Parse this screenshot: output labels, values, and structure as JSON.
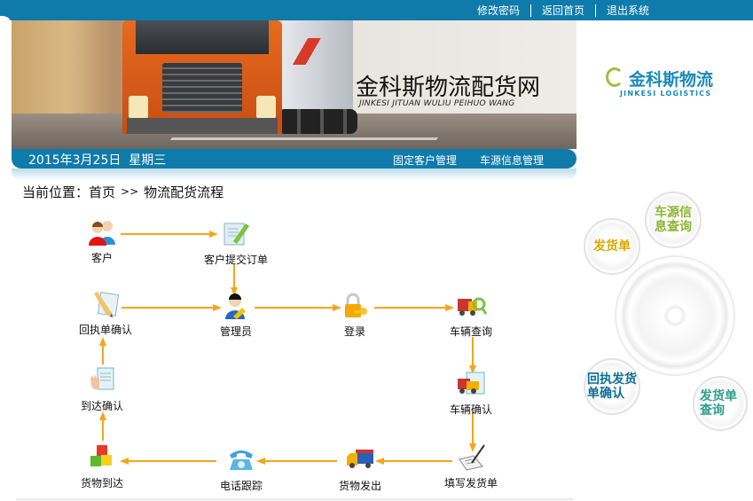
{
  "top_links": [
    "修改密码",
    "返回首页",
    "退出系统"
  ],
  "banner": {
    "title_cn": "金科斯物流配货网",
    "title_en": "JINKESI JITUAN WULIU PEIHUO WANG"
  },
  "logo": {
    "cn": "金科斯物流",
    "en": "JINKESI LOGISTICS"
  },
  "nav": {
    "date": "2015年3月25日  星期三",
    "links": [
      "固定客户管理",
      "车源信息管理"
    ]
  },
  "breadcrumb": {
    "prefix": "当前位置：",
    "home": "首页",
    "separator": ">>",
    "current": "物流配货流程"
  },
  "flow": {
    "nodes": [
      {
        "id": "customer",
        "label": "客户",
        "icon": "customers-icon"
      },
      {
        "id": "submit-order",
        "label": "客户提交订单",
        "icon": "order-edit-icon"
      },
      {
        "id": "admin",
        "label": "管理员",
        "icon": "admin-key-icon"
      },
      {
        "id": "login",
        "label": "登录",
        "icon": "lock-key-icon"
      },
      {
        "id": "vehicle-query",
        "label": "车辆查询",
        "icon": "truck-search-icon"
      },
      {
        "id": "vehicle-confirm",
        "label": "车辆确认",
        "icon": "truck-confirm-icon"
      },
      {
        "id": "fill-waybill",
        "label": "填写发货单",
        "icon": "sign-document-icon"
      },
      {
        "id": "goods-shipped",
        "label": "货物发出",
        "icon": "truck-icon"
      },
      {
        "id": "phone-track",
        "label": "电话跟踪",
        "icon": "telephone-icon"
      },
      {
        "id": "goods-arrived",
        "label": "货物到达",
        "icon": "boxes-icon"
      },
      {
        "id": "arrival-confirm",
        "label": "到达确认",
        "icon": "hand-document-icon"
      },
      {
        "id": "receipt-confirm",
        "label": "回执单确认",
        "icon": "pencil-document-icon"
      }
    ]
  },
  "side_buttons": [
    {
      "label_1": "车源信",
      "label_2": "息查询",
      "color": "#8cb531"
    },
    {
      "label_1": "发货单",
      "label_2": "",
      "color": "#d9a800"
    },
    {
      "label_1": "回执发货",
      "label_2": "单确认",
      "color": "#0e6f98"
    },
    {
      "label_1": "发货单",
      "label_2": "查询",
      "color": "#2aa08a"
    }
  ],
  "colors": {
    "primary_blue": "#0f7bab",
    "arrow_orange": "#f5a51c"
  }
}
